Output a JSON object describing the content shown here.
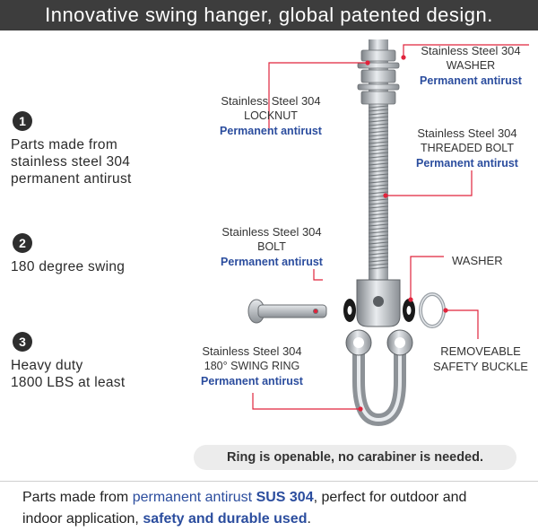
{
  "banner": {
    "title": "Innovative swing hanger, global patented design."
  },
  "features": [
    {
      "number": "1",
      "lines": [
        "Parts made from",
        "stainless steel 304",
        "permanent antirust"
      ]
    },
    {
      "number": "2",
      "lines": [
        "180 degree swing"
      ]
    },
    {
      "number": "3",
      "lines": [
        "Heavy duty",
        "1800 LBS at least"
      ]
    }
  ],
  "labels": {
    "washer_top": {
      "material": "Stainless Steel 304",
      "part": "WASHER",
      "feature": "Permanent antirust"
    },
    "locknut": {
      "material": "Stainless Steel 304",
      "part": "LOCKNUT",
      "feature": "Permanent antirust"
    },
    "threaded_bolt": {
      "material": "Stainless Steel 304",
      "part": "THREADED BOLT",
      "feature": "Permanent antirust"
    },
    "bolt": {
      "material": "Stainless Steel 304",
      "part": "BOLT",
      "feature": "Permanent antirust"
    },
    "washer_side": {
      "part": "WASHER"
    },
    "swing_ring": {
      "material": "Stainless Steel 304",
      "part": "180° SWING  RING",
      "feature": "Permanent antirust"
    },
    "buckle": {
      "line1": "REMOVEABLE",
      "line2": "SAFETY BUCKLE"
    }
  },
  "note": {
    "text": "Ring is openable, no carabiner is needed."
  },
  "footer": {
    "p1_a": "Parts made from ",
    "p1_b": "permanent antirust ",
    "p1_c": "SUS 304",
    "p1_d": ", perfect for outdoor and",
    "p2_a": "indoor application, ",
    "p2_b": "safety and durable used",
    "p2_c": "."
  },
  "colors": {
    "banner_bg": "#3d3d3d",
    "accent_blue": "#2b4d9e",
    "leader_red": "#e0243c",
    "steel": "#b8bcc0"
  }
}
